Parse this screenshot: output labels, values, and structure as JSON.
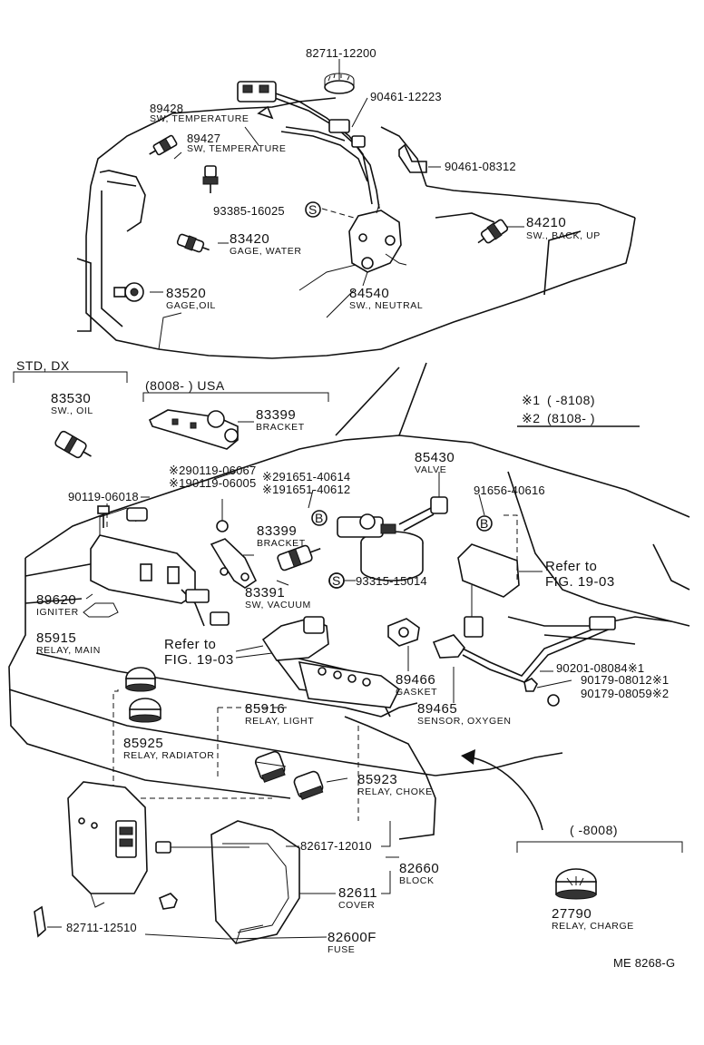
{
  "diagram": {
    "sheet_ref": "ME  8268-G",
    "legend": {
      "l1_mark": "※1",
      "l1_range": "(      -8108)",
      "l2_mark": "※2",
      "l2_range": "(8108-      )"
    },
    "groups": {
      "std_dx": "STD, DX",
      "usa": "(8008-      ) USA",
      "charge": "(      -8008)"
    },
    "refs": {
      "ref1_line1": "Refer to",
      "ref1_line2": "FIG. 19-03",
      "ref2_line1": "Refer to",
      "ref2_line2": "FIG. 19-03"
    },
    "parts": {
      "p82711_12200": "82711-12200",
      "p90461_12223": "90461-12223",
      "p89428": "89428",
      "p89428_name": "SW, TEMPERATURE",
      "p89427": "89427",
      "p89427_name": "SW, TEMPERATURE",
      "p90461_08312": "90461-08312",
      "p93385_16025": "93385-16025",
      "p84210": "84210",
      "p84210_name": "SW., BACK, UP",
      "p83420": "83420",
      "p83420_name": "GAGE, WATER",
      "p83520": "83520",
      "p83520_name": "GAGE,OIL",
      "p84540": "84540",
      "p84540_name": "SW., NEUTRAL",
      "p83530": "83530",
      "p83530_name": "SW., OIL",
      "p83399a": "83399",
      "p83399a_name": "BRACKET",
      "p85430": "85430",
      "p85430_name": "VALVE",
      "p290119": "※290119-06067",
      "p190119": "※190119-06005",
      "p291651": "※291651-40614",
      "p191651": "※191651-40612",
      "p90119_06018": "90119-06018",
      "p91656_40616": "91656-40616",
      "p83399b": "83399",
      "p83399b_name": "BRACKET",
      "p93315_15014": "93315-15014",
      "p89620": "89620",
      "p89620_name": "IGNITER",
      "p83391": "83391",
      "p83391_name": "SW, VACUUM",
      "p85915": "85915",
      "p85915_name": "RELAY, MAIN",
      "p89466": "89466",
      "p89466_name": "GASKET",
      "p90201_08084": "90201-08084※1",
      "p90179_08012": "90179-08012※1",
      "p90179_08059": "90179-08059※2",
      "p89465": "89465",
      "p89465_name": "SENSOR, OXYGEN",
      "p85916": "85916",
      "p85916_name": "RELAY, LIGHT",
      "p85925": "85925",
      "p85925_name": "RELAY, RADIATOR",
      "p85923": "85923",
      "p85923_name": "RELAY, CHOKE",
      "p82617_12010": "82617-12010",
      "p82660": "82660",
      "p82660_name": "BLOCK",
      "p82611": "82611",
      "p82611_name": "COVER",
      "p82711_12510": "82711-12510",
      "p82600f": "82600F",
      "p82600f_name": "FUSE",
      "p27790": "27790",
      "p27790_name": "RELAY, CHARGE"
    }
  }
}
